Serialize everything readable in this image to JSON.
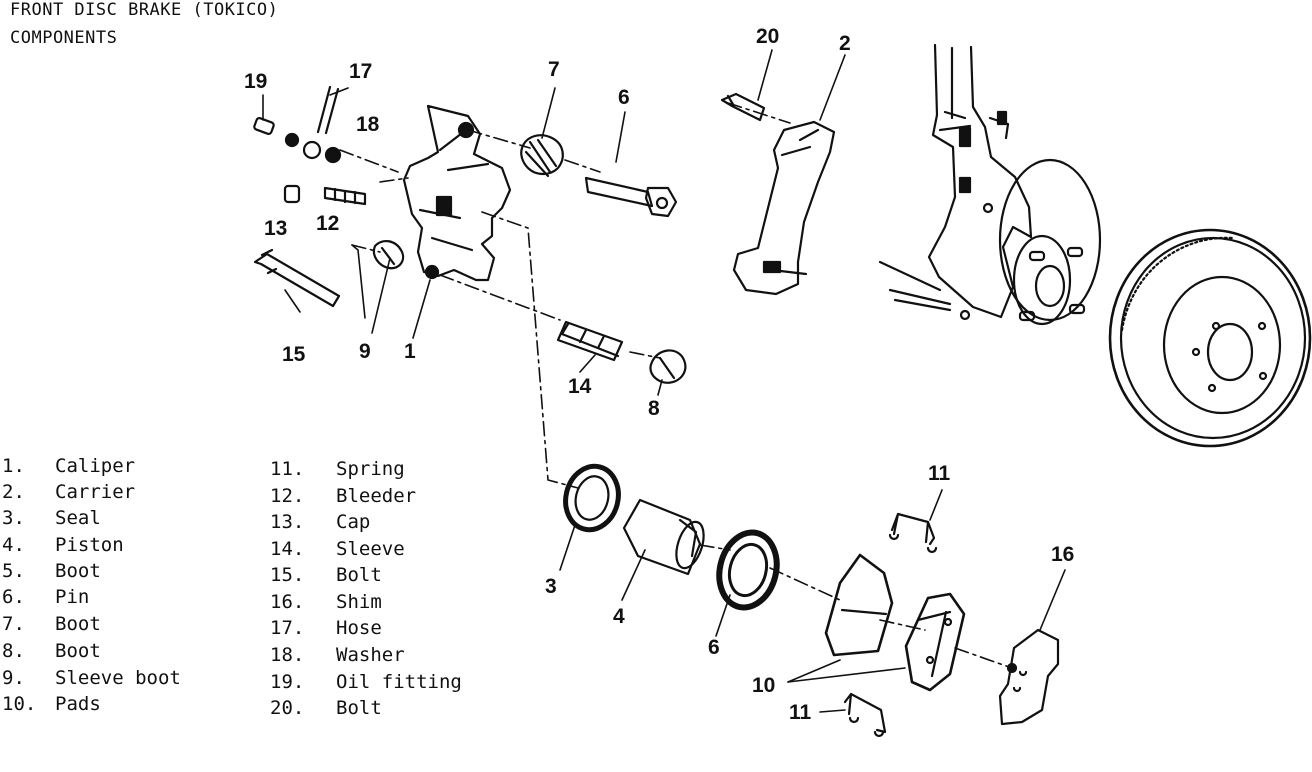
{
  "title": {
    "line1": "FRONT DISC BRAKE (TOKICO)",
    "line2": "COMPONENTS"
  },
  "legend": [
    {
      "num": "1.",
      "label": "Caliper"
    },
    {
      "num": "2.",
      "label": "Carrier"
    },
    {
      "num": "3.",
      "label": "Seal"
    },
    {
      "num": "4.",
      "label": "Piston"
    },
    {
      "num": "5.",
      "label": "Boot"
    },
    {
      "num": "6.",
      "label": "Pin"
    },
    {
      "num": "7.",
      "label": "Boot"
    },
    {
      "num": "8.",
      "label": "Boot"
    },
    {
      "num": "9.",
      "label": "Sleeve boot"
    },
    {
      "num": "10.",
      "label": "Pads"
    },
    {
      "num": "11.",
      "label": "Spring"
    },
    {
      "num": "12.",
      "label": "Bleeder"
    },
    {
      "num": "13.",
      "label": "Cap"
    },
    {
      "num": "14.",
      "label": "Sleeve"
    },
    {
      "num": "15.",
      "label": "Bolt"
    },
    {
      "num": "16.",
      "label": "Shim"
    },
    {
      "num": "17.",
      "label": "Hose"
    },
    {
      "num": "18.",
      "label": "Washer"
    },
    {
      "num": "19.",
      "label": "Oil fitting"
    },
    {
      "num": "20.",
      "label": "Bolt"
    }
  ],
  "callouts": {
    "c1": "1",
    "c2": "2",
    "c3": "3",
    "c4": "4",
    "c6a": "6",
    "c6b": "6",
    "c7": "7",
    "c8": "8",
    "c9": "9",
    "c10": "10",
    "c11a": "11",
    "c11b": "11",
    "c12": "12",
    "c13": "13",
    "c14": "14",
    "c15": "15",
    "c16": "16",
    "c17": "17",
    "c18": "18",
    "c19": "19",
    "c20": "20"
  }
}
